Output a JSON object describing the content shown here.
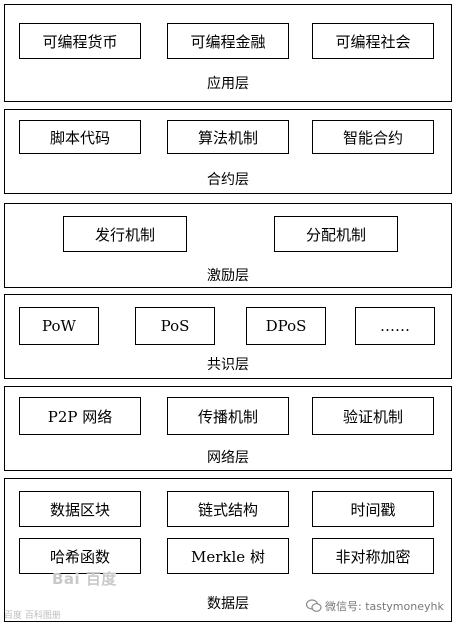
{
  "layers": [
    {
      "label": "应用层",
      "boxes": [
        "可编程货币",
        "可编程金融",
        "可编程社会"
      ]
    },
    {
      "label": "合约层",
      "boxes": [
        "脚本代码",
        "算法机制",
        "智能合约"
      ]
    },
    {
      "label": "激励层",
      "boxes": [
        "发行机制",
        "分配机制"
      ]
    },
    {
      "label": "共识层",
      "boxes": [
        "PoW",
        "PoS",
        "DPoS",
        "……"
      ]
    },
    {
      "label": "网络层",
      "boxes": [
        "P2P 网络",
        "传播机制",
        "验证机制"
      ]
    },
    {
      "label": "数据层",
      "boxes": [
        "数据区块",
        "链式结构",
        "时间戳",
        "哈希函数",
        "Merkle 树",
        "非对称加密"
      ]
    }
  ],
  "watermarks": {
    "baidu": "Bai 百度",
    "baidu_small": "百度 百科图册",
    "wechat": "微信号: tastymoneyhk"
  },
  "icons": {
    "wechat": "wechat-icon"
  }
}
